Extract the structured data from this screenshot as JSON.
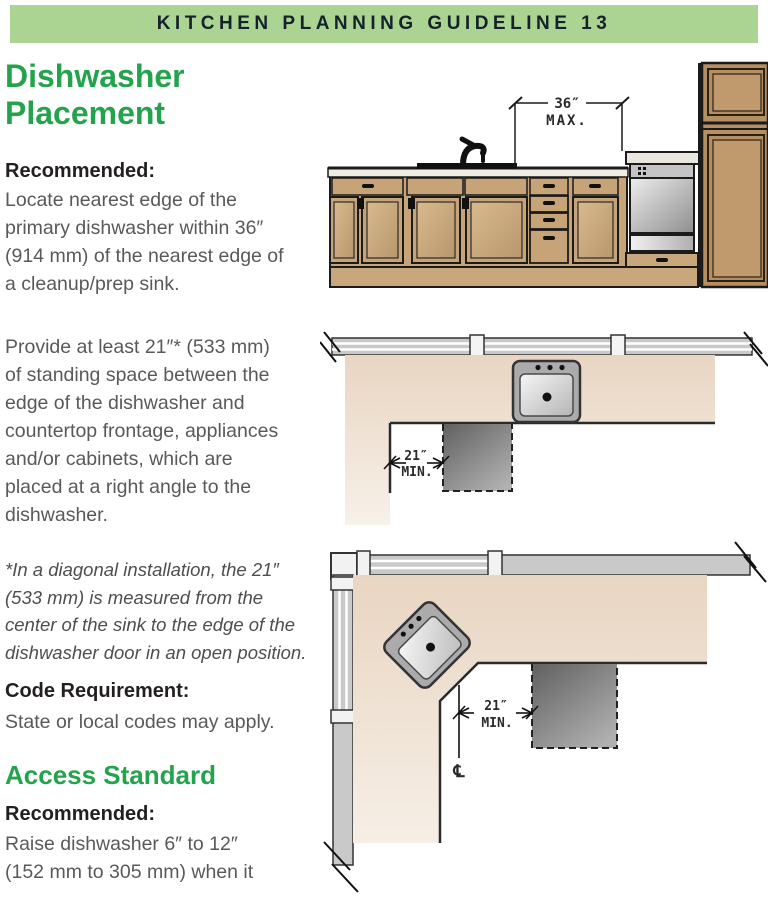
{
  "header": {
    "title": "KITCHEN PLANNING GUIDELINE 13"
  },
  "sections": {
    "title": "Dishwasher\nPlacement",
    "recommended_label": "Recommended:",
    "recommended_text": "Locate nearest edge of the\nprimary dishwasher within 36″\n(914 mm) of the nearest edge of\na cleanup/prep sink.",
    "standing_space_text": "Provide at least 21″* (533 mm)\nof standing space between the\nedge of the dishwasher and\ncountertop frontage, appliances\nand/or cabinets, which are\nplaced at a right angle to the\ndishwasher.",
    "footnote": "*In a diagonal installation, the 21″\n(533 mm) is measured from the\ncenter of the sink to the edge of the\ndishwasher door in an open position.",
    "code_label": "Code Requirement:",
    "code_text": "State or local codes may apply.",
    "access_heading": "Access Standard",
    "access_recommended_label": "Recommended:",
    "access_text": "Raise dishwasher 6″ to 12″\n(152 mm to 305 mm) when it"
  },
  "figures": {
    "elevation": {
      "dim_value": "36″",
      "dim_qualifier": "MAX."
    },
    "plan_straight": {
      "dim_value": "21″",
      "dim_qualifier": "MIN."
    },
    "plan_corner": {
      "dim_value": "21″",
      "dim_qualifier": "MIN.",
      "centerline_symbol": "℄"
    }
  },
  "colors": {
    "header_green": "#abd493",
    "heading_green": "#23a34b",
    "body_gray": "#58595b",
    "cabinet_tan": "#c7a378",
    "tall_cabinet_tan": "#b58e61",
    "plan_counter": "#ecdaca",
    "wall_gray": "#c9c9c9",
    "dishwasher_gray": "#a8a8a8",
    "open_door_gray": "#6f6f6f"
  }
}
